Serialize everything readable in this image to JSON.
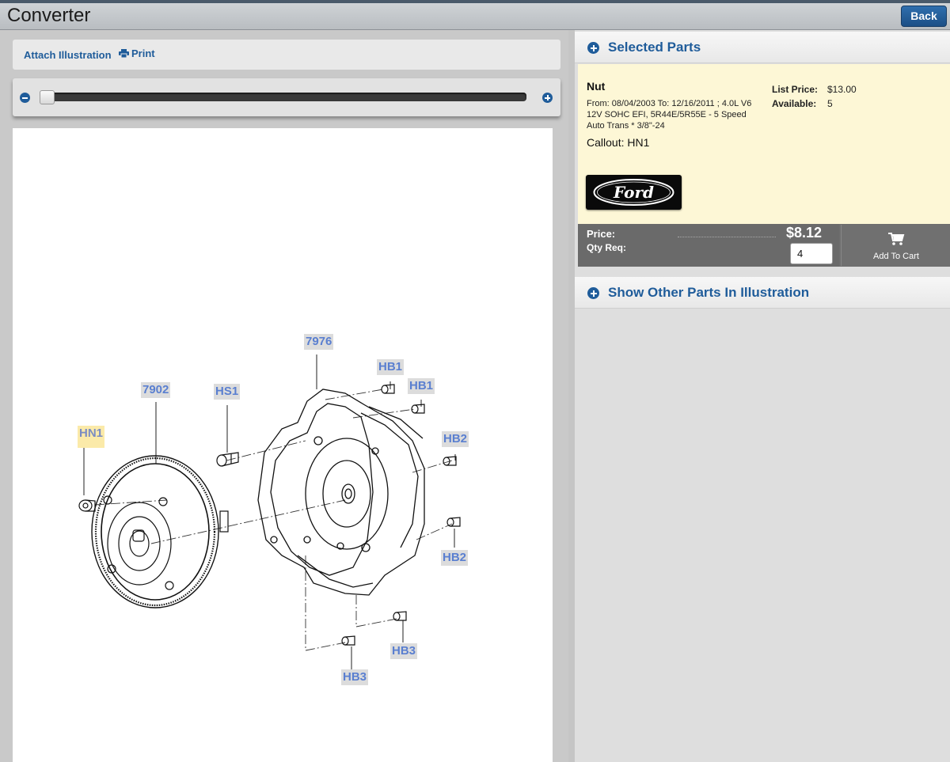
{
  "window": {
    "title": "Converter",
    "back_label": "Back"
  },
  "toolbar": {
    "attach_label": "Attach Illustration",
    "print_label": "Print"
  },
  "zoom": {
    "level": 0.0
  },
  "illustration": {
    "callouts": {
      "c7976": "7976",
      "c7902": "7902",
      "hs1": "HS1",
      "hn1": "HN1",
      "hb1a": "HB1",
      "hb1b": "HB1",
      "hb2a": "HB2",
      "hb2b": "HB2",
      "hb3a": "HB3",
      "hb3b": "HB3"
    }
  },
  "selected_parts": {
    "heading": "Selected Parts",
    "part": {
      "name": "Nut",
      "description": "From: 08/04/2003 To: 12/16/2011 ; 4.0L V6 12V SOHC EFI, 5R44E/5R55E - 5 Speed Auto Trans * 3/8\"-24",
      "callout": "Callout: HN1",
      "list_price_label": "List Price:",
      "list_price": "$13.00",
      "available_label": "Available:",
      "available": "5",
      "brand_logo_text": "Ford"
    },
    "price_label": "Price:",
    "price": "$8.12",
    "qty_label": "Qty Req:",
    "qty_value": "4",
    "add_to_cart_label": "Add To Cart"
  },
  "other_parts": {
    "heading": "Show Other Parts In Illustration"
  },
  "colors": {
    "accent": "#1f5c9a",
    "highlight": "#fbeaa9",
    "card_bg": "#fdf7d6"
  }
}
